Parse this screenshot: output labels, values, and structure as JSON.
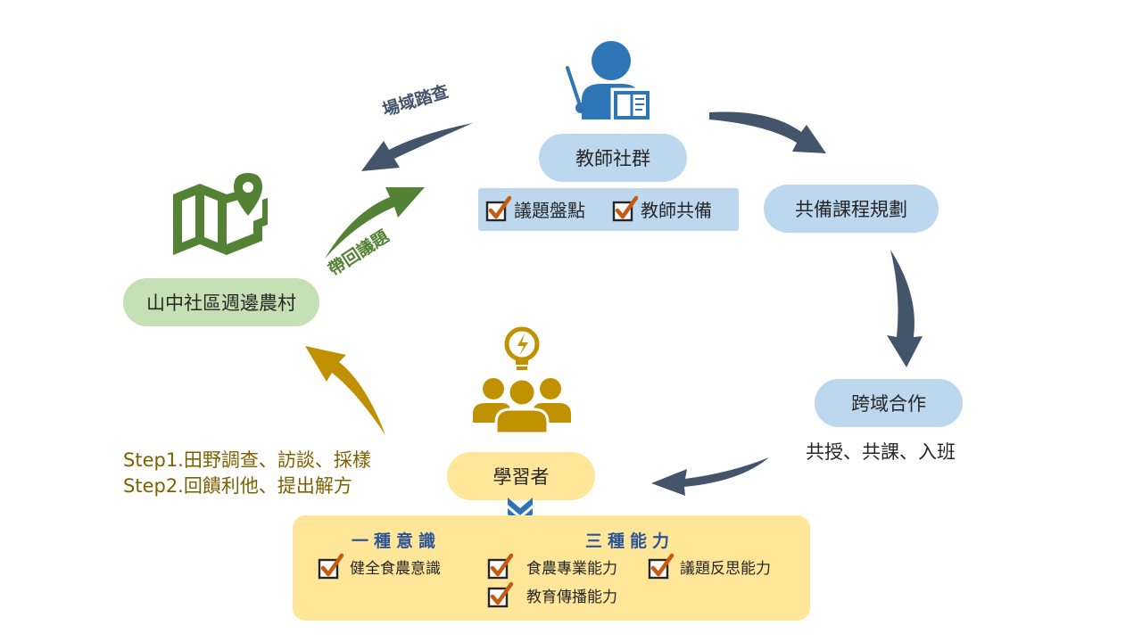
{
  "teacher_node": {
    "label": "教師社群",
    "checks": [
      "議題盤點",
      "教師共備"
    ]
  },
  "planning_node": {
    "label": "共備課程規劃"
  },
  "collab_node": {
    "label": "跨域合作",
    "note": "共授、共課、入班"
  },
  "learner_node": {
    "label": "學習者"
  },
  "community_node": {
    "label": "山中社區週邊農村"
  },
  "arrow_labels": {
    "field_survey": "場域踏查",
    "bring_back": "帶回議題"
  },
  "steps": [
    "Step1.田野調查、訪談、採樣",
    "Step2.回饋利他、提出解方"
  ],
  "outcomes": {
    "awareness_title": "一種意識",
    "abilities_title": "三種能力",
    "awareness_items": [
      "健全食農意識"
    ],
    "ability_items": [
      "食農專業能力",
      "議題反思能力",
      "教育傳播能力"
    ]
  },
  "colors": {
    "arrow_slate": "#44546a",
    "arrow_green": "#548235",
    "arrow_gold": "#bf9000",
    "teacher_icon": "#2e75b6",
    "map_icon": "#548235",
    "learner_icon": "#c09100",
    "check_orange": "#c55a11"
  },
  "icons": [
    "teacher-presenter-icon",
    "folded-map-pin-icon",
    "lightbulb-group-icon",
    "double-chevron-down-icon",
    "checkbox-checked-icon"
  ]
}
